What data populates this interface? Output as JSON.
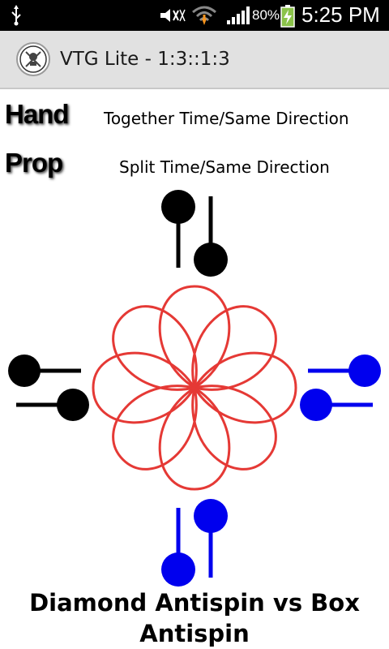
{
  "status_bar": {
    "battery_percent": "80%",
    "time": "5:25 PM",
    "icons": [
      "usb-icon",
      "mute-icon",
      "wifi-icon",
      "signal-icon",
      "battery-charging-icon"
    ]
  },
  "app": {
    "title": "VTG Lite - 1:3::1:3",
    "icon": "app-logo-icon"
  },
  "rows": {
    "hand": {
      "label": "Hand",
      "value": "Together Time/Same Direction"
    },
    "prop": {
      "label": "Prop",
      "value": "Split Time/Same Direction"
    }
  },
  "diagram": {
    "colors": {
      "left": "#000000",
      "right": "#0000ee",
      "pattern": "#e53935"
    },
    "petals": 8
  },
  "footer": {
    "title": "Diamond Antispin vs Box Antispin"
  }
}
